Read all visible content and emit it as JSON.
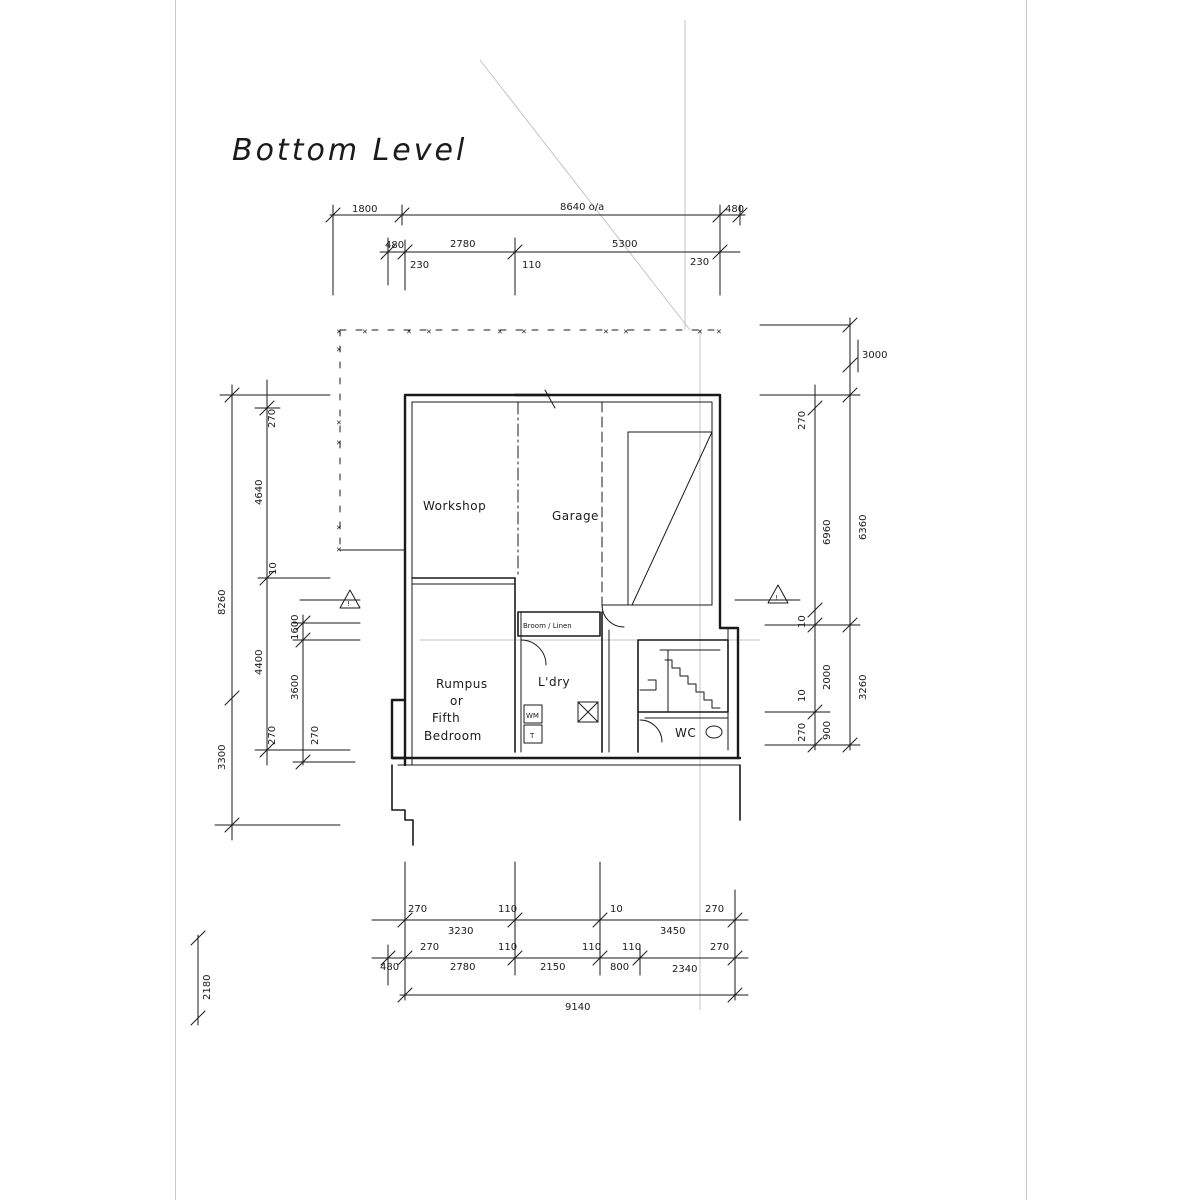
{
  "title": "Bottom Level",
  "rooms": {
    "workshop": "Workshop",
    "garage": "Garage",
    "rumpus_1": "Rumpus",
    "rumpus_2": "or",
    "rumpus_3": "Fifth",
    "rumpus_4": "Bedroom",
    "laundry": "L'dry",
    "wc": "WC",
    "linen": "Broom / Linen",
    "wm": "WM",
    "tub": "T"
  },
  "dims": {
    "top_outer_left": "1800",
    "top_outer_mid": "8640 o/a",
    "top_outer_right": "480",
    "top_inner_left": "480",
    "top_inner_a": "2780",
    "top_inner_b": "5300",
    "top_inner_c": "230",
    "top_inner_d": "110",
    "top_inner_e": "230",
    "offset_right": "3000",
    "left_270": "270",
    "left_4640": "4640",
    "left_8260": "8260",
    "left_10": "10",
    "left_4400": "4400",
    "left_3600": "3600",
    "left_1600": "1600",
    "left_270b": "270",
    "left_270c": "270",
    "left_3300": "3300",
    "right_270": "270",
    "right_6960": "6960",
    "right_6360": "6360",
    "right_10": "10",
    "right_2000": "2000",
    "right_3260": "3260",
    "right_10b": "10",
    "right_900": "900",
    "bot_270a": "270",
    "bot_110a": "110",
    "bot_3230": "3230",
    "bot_10": "10",
    "bot_3450": "3450",
    "bot_270b": "270",
    "bot_480": "480",
    "bot_270c": "270",
    "bot_2780": "2780",
    "bot_110b": "110",
    "bot_2150": "2150",
    "bot_110c": "110",
    "bot_110d": "110",
    "bot_800": "800",
    "bot_2340": "2340",
    "bot_270d": "270",
    "bot_total": "9140",
    "left_2180": "2180"
  }
}
